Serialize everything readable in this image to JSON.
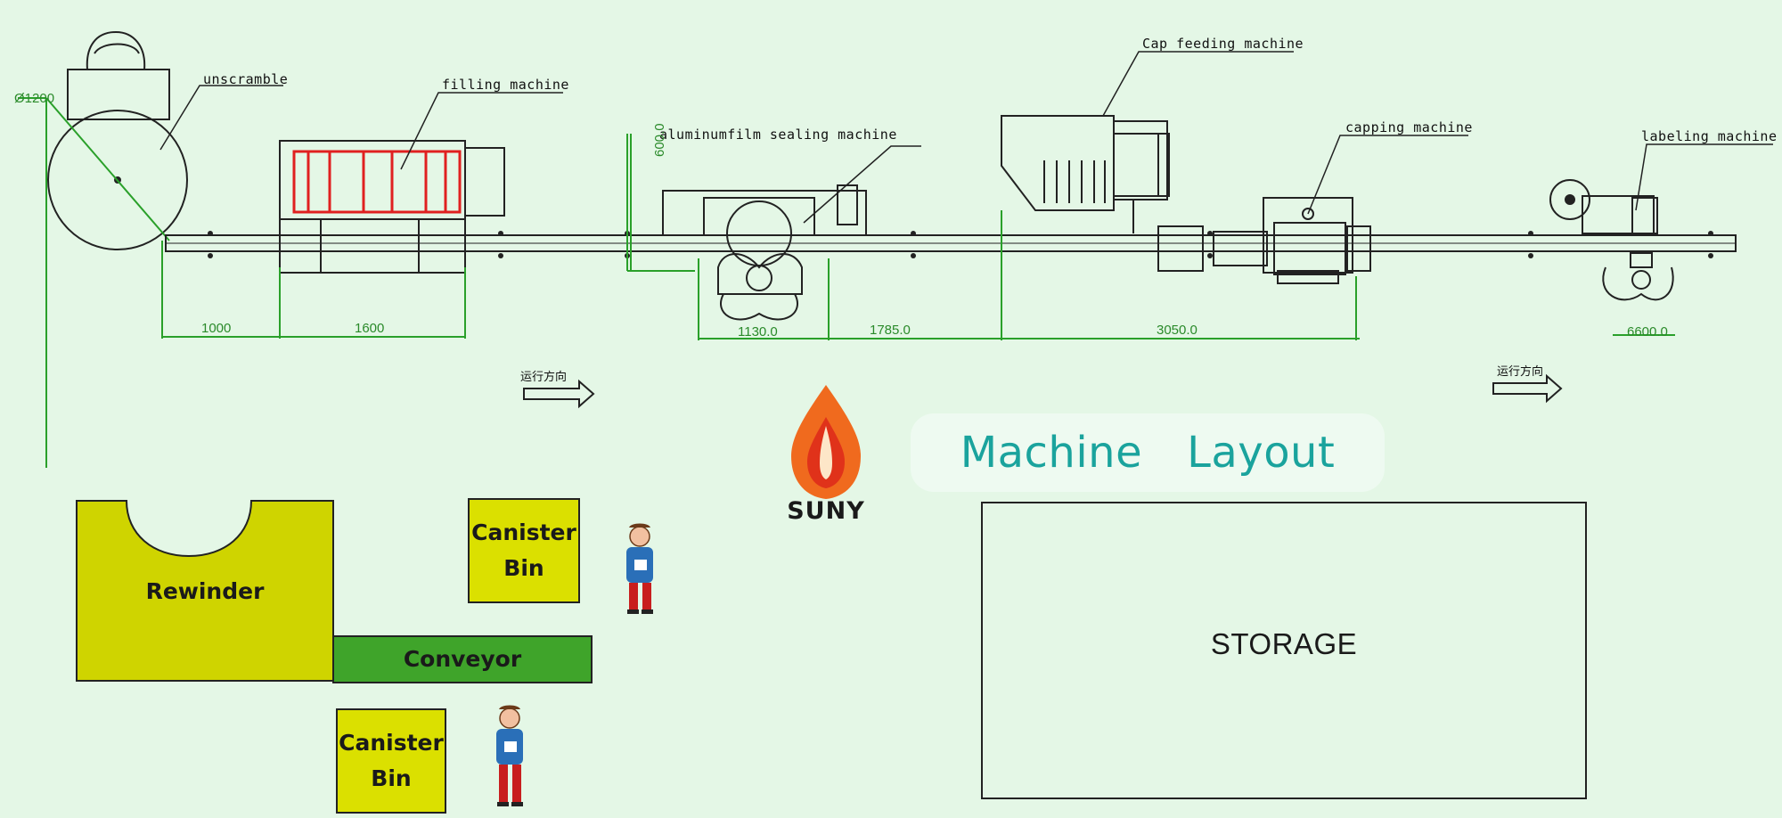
{
  "colors": {
    "background": "#e4f7e6",
    "line": "#222222",
    "dimension": "#2aa02a",
    "filler_red": "#e02020",
    "rewinder_fill": "#cfd400",
    "bin_fill": "#dbe000",
    "conveyor_fill": "#3fa42a",
    "title_teal": "#1aa39d",
    "logo_orange": "#f06a1e",
    "logo_red": "#e0321a"
  },
  "machines": {
    "unscramble": "unscramble",
    "filling": "filling machine",
    "sealing": "aluminumfilm sealing machine",
    "cap_feeding": "Cap feeding machine",
    "capping": "capping machine",
    "labeling": "labeling machine"
  },
  "dimensions": {
    "diameter": "Ø1200",
    "height": "600.0",
    "d1": "1000",
    "d2": "1600",
    "d3": "1130.0",
    "d4": "1785.0",
    "d5": "3050.0",
    "d6": "6600.0"
  },
  "direction_label": "运行方向",
  "logo": {
    "text": "SUNY"
  },
  "title": {
    "word1": "Machine",
    "word2": "Layout"
  },
  "floor": {
    "rewinder": "Rewinder",
    "canister_bin_line1": "Canister",
    "canister_bin_line2": "Bin",
    "conveyor": "Conveyor",
    "storage": "STORAGE"
  }
}
